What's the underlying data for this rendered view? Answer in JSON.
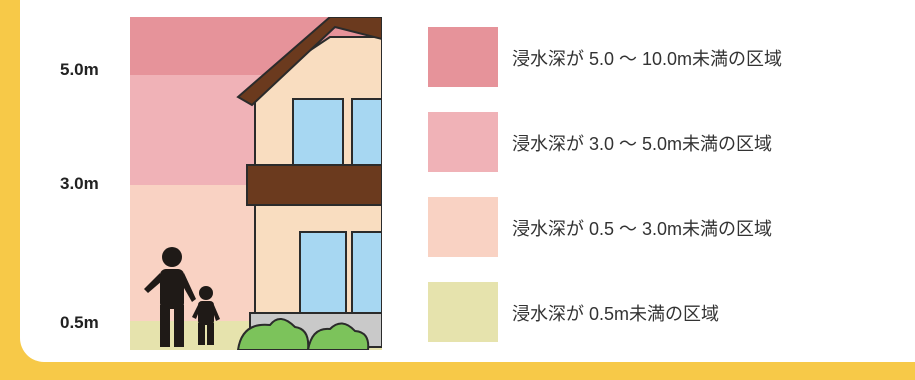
{
  "colors": {
    "frame": "#f7c948",
    "band_5_10": "#e6939a",
    "band_3_5": "#f0b2b7",
    "band_05_3": "#f9d2c3",
    "band_under_05": "#e6e3ad"
  },
  "depth_labels": {
    "five": "5.0m",
    "three": "3.0m",
    "half": "0.5m"
  },
  "legend": [
    {
      "text": "浸水深が 5.0 〜 10.0m未満の区域",
      "color": "#e6939a"
    },
    {
      "text": "浸水深が 3.0 〜 5.0m未満の区域",
      "color": "#f0b2b7"
    },
    {
      "text": "浸水深が 0.5 〜 3.0m未満の区域",
      "color": "#f9d2c3"
    },
    {
      "text": "浸水深が 0.5m未満の区域",
      "color": "#e6e3ad"
    }
  ]
}
